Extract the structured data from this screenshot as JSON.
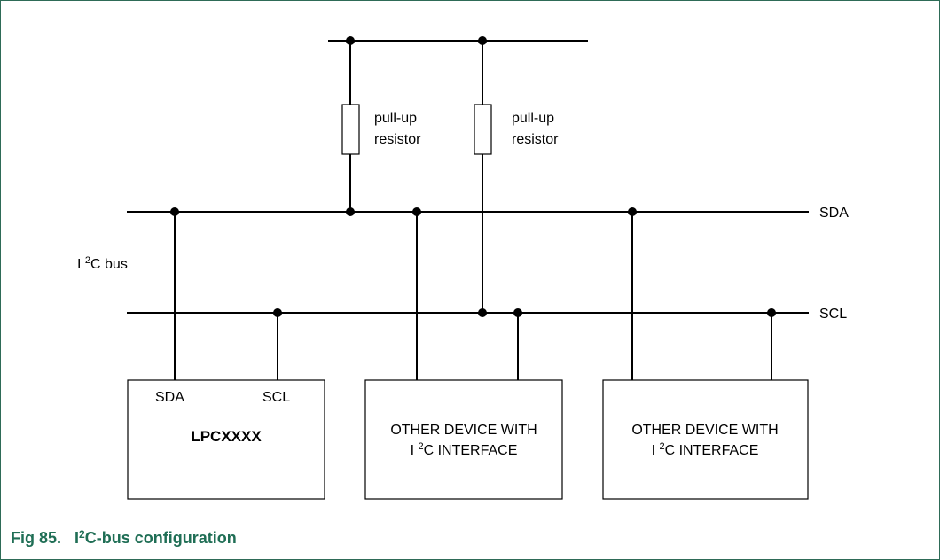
{
  "labels": {
    "pullup_1": [
      "pull-up",
      "resistor"
    ],
    "pullup_2": [
      "pull-up",
      "resistor"
    ],
    "sda_line": "SDA",
    "scl_line": "SCL",
    "bus": {
      "pre": "I ",
      "sup": "2",
      "post": "C bus"
    }
  },
  "devices": [
    {
      "pins": [
        "SDA",
        "SCL"
      ],
      "title": "LPCXXXX"
    },
    {
      "lines": [
        {
          "pre": "OTHER DEVICE WITH"
        },
        {
          "pre": "I ",
          "sup": "2",
          "post": "C INTERFACE"
        }
      ]
    },
    {
      "lines": [
        {
          "pre": "OTHER DEVICE WITH"
        },
        {
          "pre": "I ",
          "sup": "2",
          "post": "C INTERFACE"
        }
      ]
    }
  ],
  "caption": {
    "fig": "Fig 85.",
    "pre": "I",
    "sup": "2",
    "post": "C-bus configuration"
  }
}
